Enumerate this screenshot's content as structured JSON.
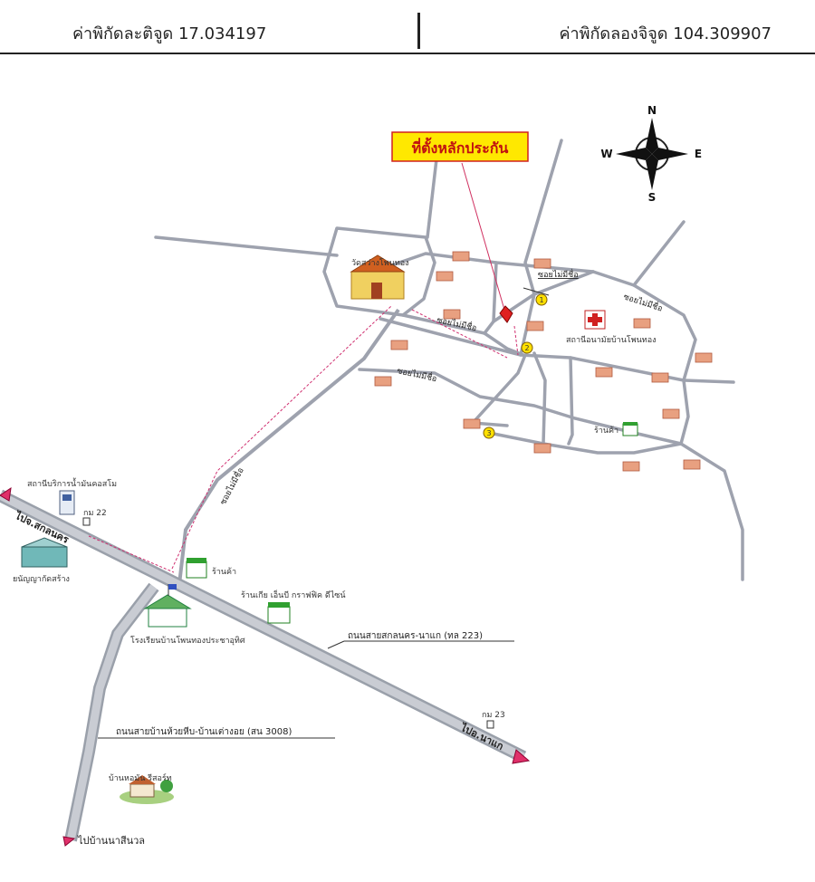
{
  "header": {
    "latitude": "ค่าพิกัดละติจูด 17.034197",
    "longitude": "ค่าพิกัดลองจิจูด 104.309907"
  },
  "map": {
    "title_box": "ที่ตั้งหลักประกัน",
    "compass": {
      "n": "N",
      "s": "S",
      "e": "E",
      "w": "W"
    },
    "temple": "วัดสว่างโพนทอง",
    "health_center": "สถานีอนามัยบ้านโพนทอง",
    "soi_1": "ซอยไม่มีชื่อ",
    "soi_2": "ซอยไม่มีชื่อ",
    "soi_3": "ซอยไม่มีชื่อ",
    "soi_4": "ซอยไม่มีชื่อ",
    "soi_5": "ซอยไม่มีชื่อ",
    "shop_village": "ร้านค้า",
    "shop_junction": "ร้านค้า",
    "shop_graphic": "ร้านเกีย เอ็นบี กราฟฟิค ดีไซน์",
    "gas_station": "สถานีบริการน้ำมันคอสโม",
    "km22": "กม 22",
    "km23": "กม 23",
    "warehouse": "ยนัญญากัดสร้าง",
    "school": "โรงเรียนบ้านโพนทองประชาอุทิศ",
    "road_highway": "ถนนสายสกลนคร-นาแก (ทล 223)",
    "road_local": "ถนนสายบ้านห้วยหีบ-บ้านเต่างอย (สน 3008)",
    "resort": "บ้านหอมัน รีสอร์ท",
    "to_sakon": "ไปจ.สกลนคร",
    "to_nakae": "ไปอ.นาแก",
    "to_nasinuan": "ไปบ้านนาสีนวล",
    "markers": [
      "1",
      "2",
      "3"
    ]
  }
}
